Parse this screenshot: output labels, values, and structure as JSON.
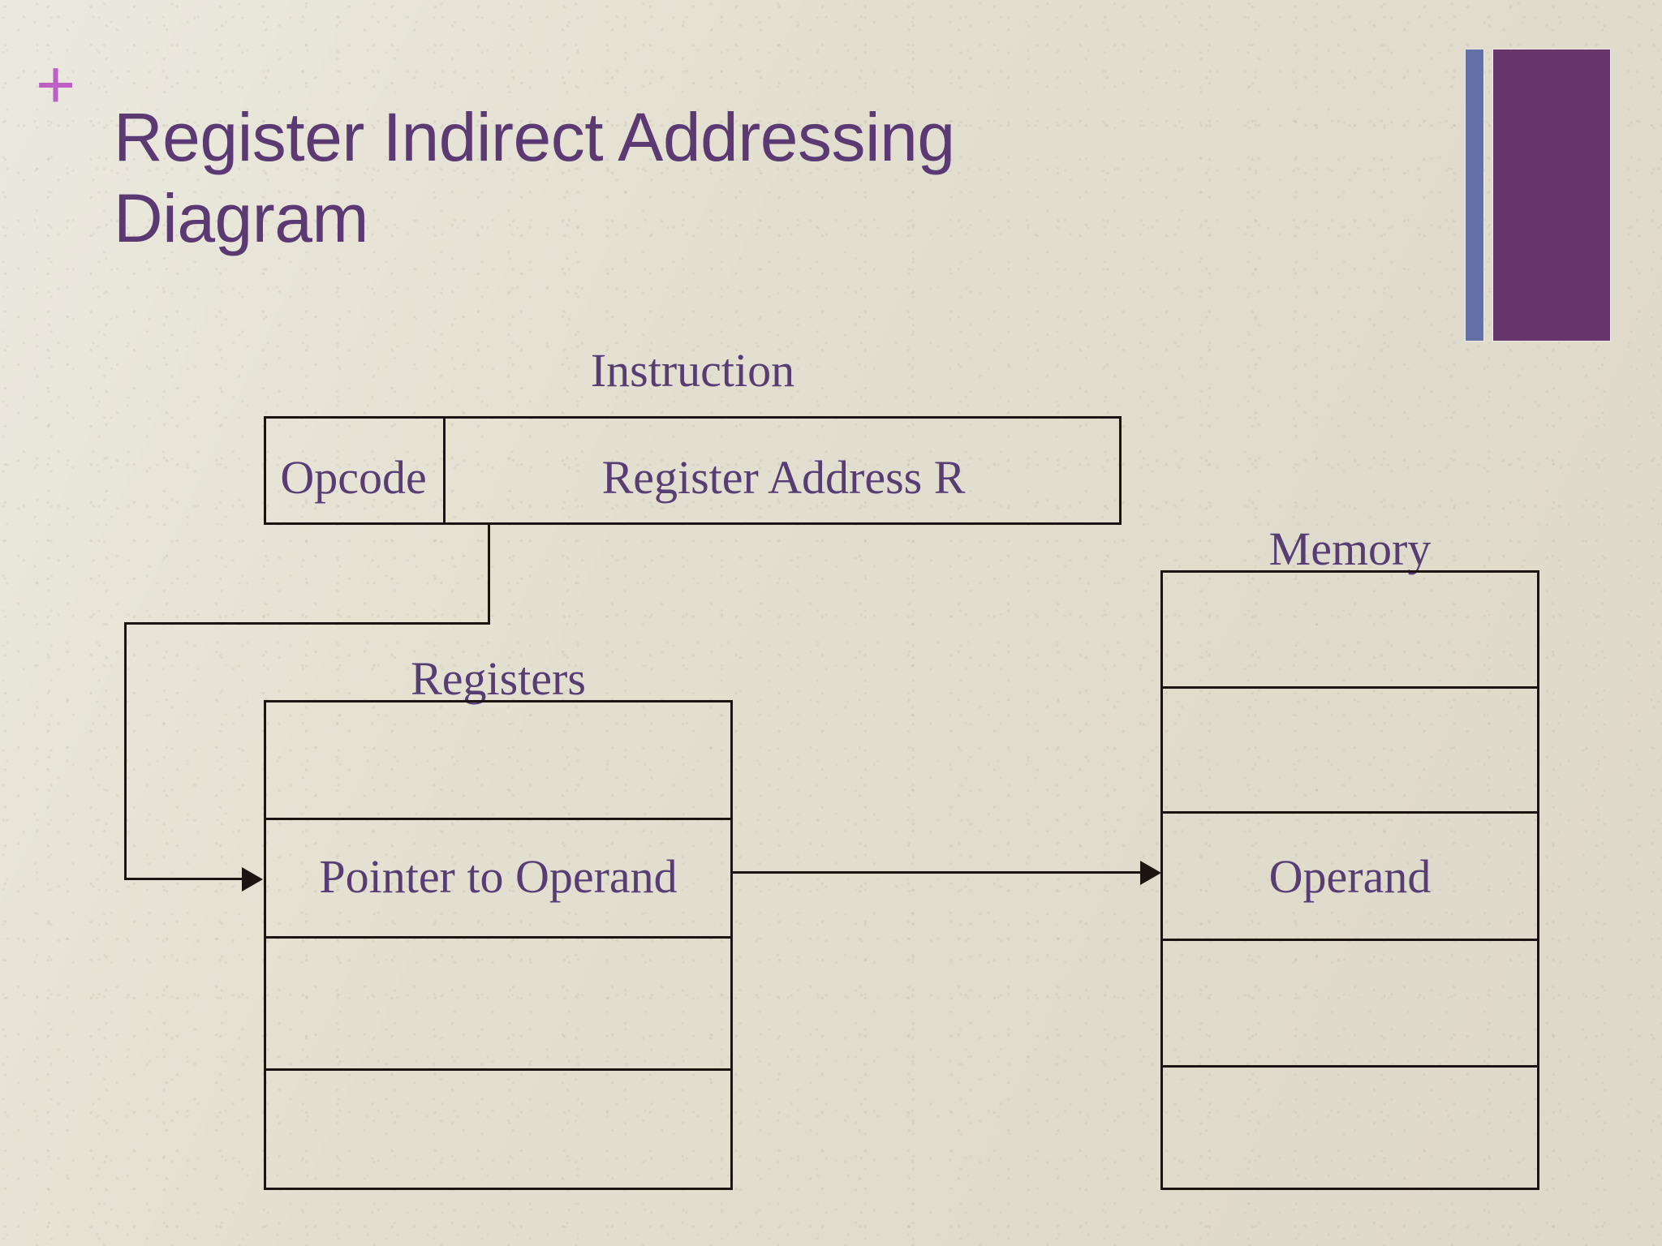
{
  "slide": {
    "bullet_mark": "+",
    "title": "Register Indirect Addressing\nDiagram",
    "background_color": "#e3dfd0",
    "title_color": "#5b3a74",
    "accent_purple": "#67356c",
    "accent_blue": "#6471a8",
    "plus_color": "#bd5fc4",
    "line_color": "#1b1410",
    "diagram_text_color": "#563e74"
  },
  "diagram": {
    "instruction": {
      "label": "Instruction",
      "fields": [
        {
          "name": "opcode",
          "text": "Opcode"
        },
        {
          "name": "register-address",
          "text": "Register Address R"
        }
      ]
    },
    "registers": {
      "label": "Registers",
      "rows": [
        {
          "name": "register-row-1",
          "text": ""
        },
        {
          "name": "register-row-2",
          "text": "Pointer to Operand"
        },
        {
          "name": "register-row-3",
          "text": ""
        },
        {
          "name": "register-row-4",
          "text": ""
        }
      ]
    },
    "memory": {
      "label": "Memory",
      "rows": [
        {
          "name": "memory-row-1",
          "text": ""
        },
        {
          "name": "memory-row-2",
          "text": ""
        },
        {
          "name": "memory-row-3",
          "text": "Operand"
        },
        {
          "name": "memory-row-4",
          "text": ""
        },
        {
          "name": "memory-row-5",
          "text": ""
        }
      ]
    },
    "connectors": [
      {
        "name": "instruction-to-registers",
        "from": "Register Address R",
        "to": "Registers"
      },
      {
        "name": "registers-to-memory",
        "from": "Pointer to Operand",
        "to": "Operand"
      }
    ]
  }
}
